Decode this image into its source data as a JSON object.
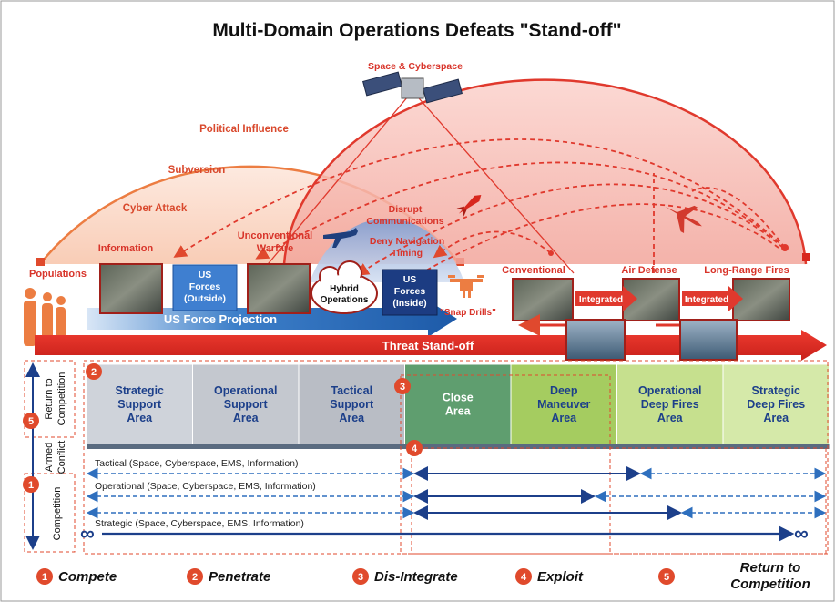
{
  "title": "Multi-Domain Operations Defeats \"Stand-off\"",
  "space_label": "Space & Cyberspace",
  "arc_labels": {
    "political": "Political Influence",
    "subversion": "Subversion",
    "cyber": "Cyber Attack",
    "disrupt_1": "Disrupt",
    "disrupt_2": "Communications",
    "deny_1": "Deny Navigation",
    "deny_2": "Timing"
  },
  "left": {
    "populations": "Populations",
    "information": "Information",
    "uw_1": "Unconventional",
    "uw_2": "Warfare",
    "us_out_1": "US",
    "us_out_2": "Forces",
    "us_out_3": "(Outside)",
    "hybrid_1": "Hybrid",
    "hybrid_2": "Operations",
    "us_in_1": "US",
    "us_in_2": "Forces",
    "us_in_3": "(Inside)",
    "projection": "US Force Projection",
    "snap_drills": "\"Snap Drills\""
  },
  "threat": {
    "conventional": "Conventional",
    "air_defense": "Air Defense",
    "long_range": "Long-Range Fires",
    "integrated_1": "Integrated",
    "integrated_2": "Integrated",
    "standoff": "Threat Stand-off"
  },
  "side_labels": {
    "return_1": "Return to",
    "return_2": "Competition",
    "armed_1": "Armed",
    "armed_2": "Conflict",
    "competition": "Competition"
  },
  "areas": [
    {
      "l1": "Strategic",
      "l2": "Support",
      "l3": "Area",
      "bg": "#cfd3da"
    },
    {
      "l1": "Operational",
      "l2": "Support",
      "l3": "Area",
      "bg": "#c4c8cf"
    },
    {
      "l1": "Tactical",
      "l2": "Support",
      "l3": "Area",
      "bg": "#b9bdc5"
    },
    {
      "l1": "Close",
      "l2": "Area",
      "l3": "",
      "bg": "#5f9e6f"
    },
    {
      "l1": "Deep",
      "l2": "Maneuver",
      "l3": "Area",
      "bg": "#a5cc60"
    },
    {
      "l1": "Operational",
      "l2": "Deep Fires",
      "l3": "Area",
      "bg": "#c6e08e"
    },
    {
      "l1": "Strategic",
      "l2": "Deep Fires",
      "l3": "Area",
      "bg": "#d5e9a9"
    }
  ],
  "lines": {
    "tactical": "Tactical (Space, Cyberspace, EMS, Information)",
    "operational": "Operational (Space, Cyberspace, EMS, Information)",
    "strategic": "Strategic (Space, Cyberspace, EMS, Information)",
    "infinity": "∞"
  },
  "badges": {
    "b1": "1",
    "b2": "2",
    "b3": "3",
    "b4": "4",
    "b5": "5"
  },
  "legend": [
    {
      "num": "1",
      "label": "Compete"
    },
    {
      "num": "2",
      "label": "Penetrate"
    },
    {
      "num": "3",
      "label": "Dis-Integrate"
    },
    {
      "num": "4",
      "label": "Exploit"
    },
    {
      "num": "5",
      "label": "Return to",
      "label2": "Competition"
    }
  ],
  "colors": {
    "red": "#e03a2f",
    "orange": "#ec7d42",
    "navy": "#1c3f8a",
    "blue": "#2e6fbe"
  }
}
